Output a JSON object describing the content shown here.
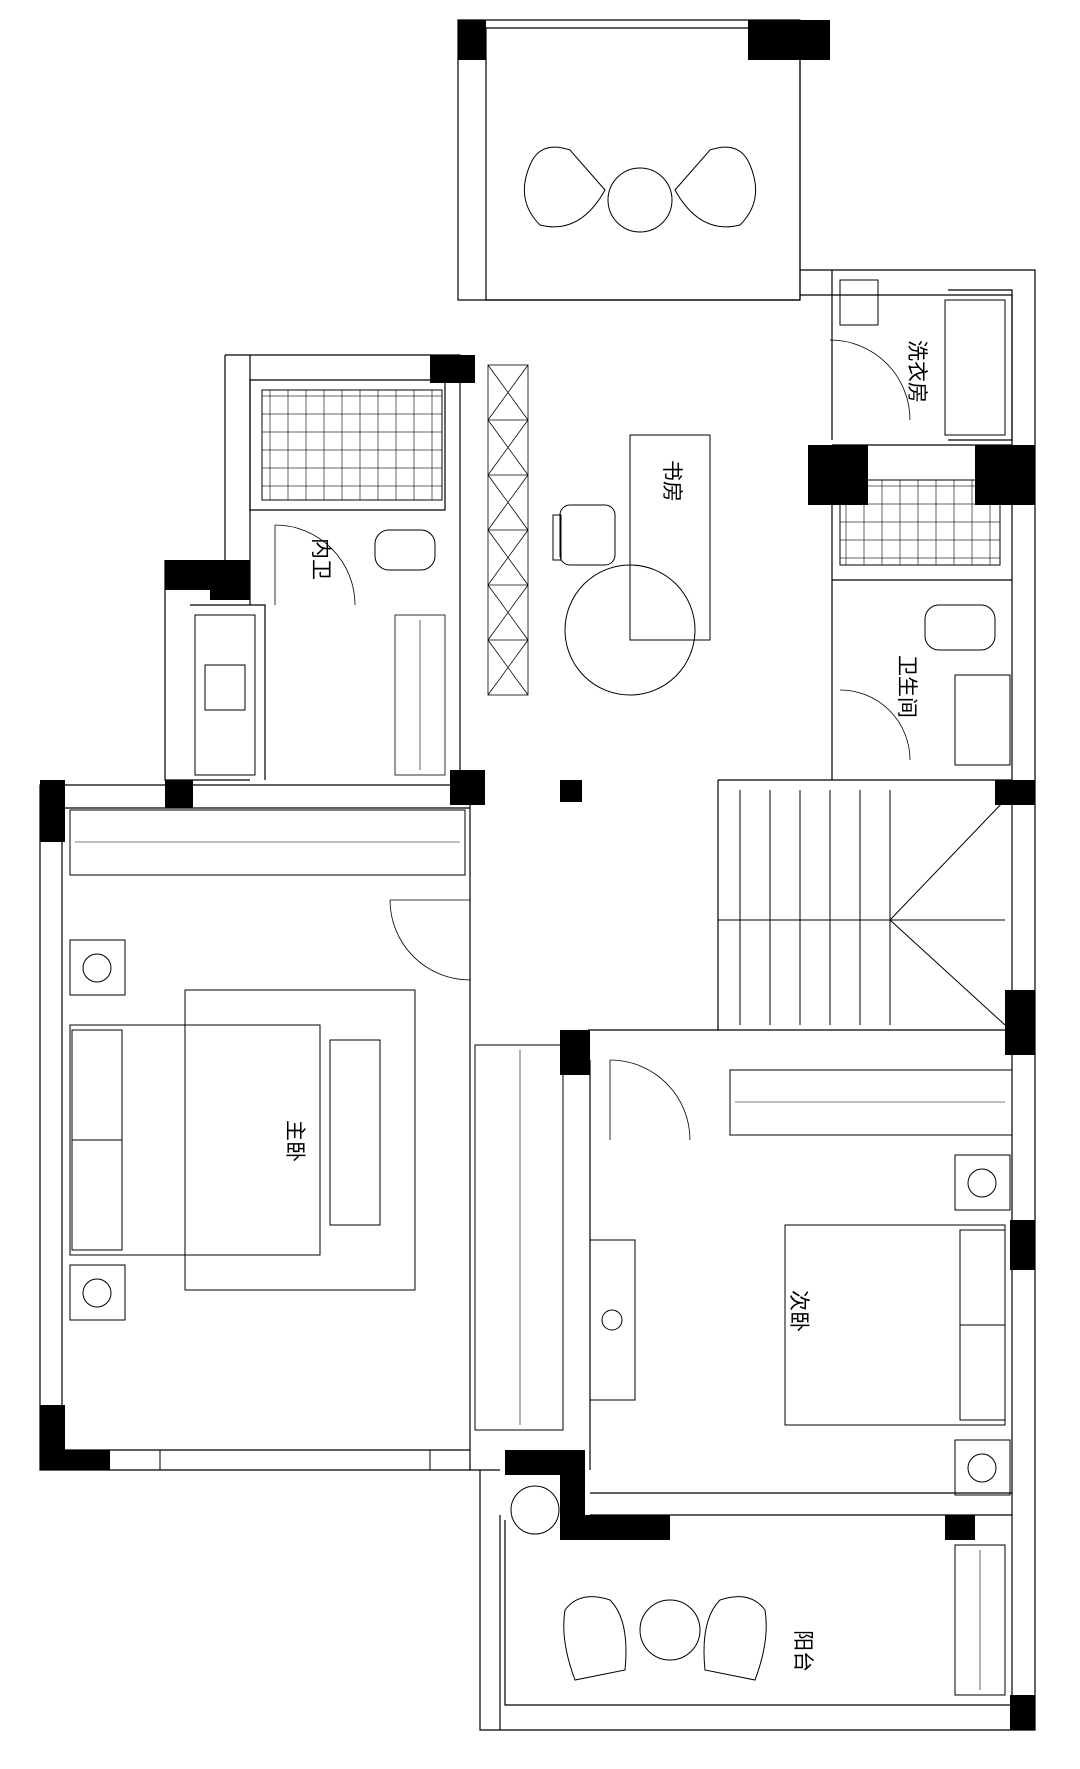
{
  "rooms": {
    "laundry": "洗衣房",
    "study": "书房",
    "en_suite_bath": "内卫",
    "bathroom": "卫生间",
    "master_bedroom": "主卧",
    "second_bedroom": "次卧",
    "balcony": "阳台"
  },
  "colors": {
    "wall": "#000000",
    "line": "#000000",
    "background": "#ffffff"
  }
}
